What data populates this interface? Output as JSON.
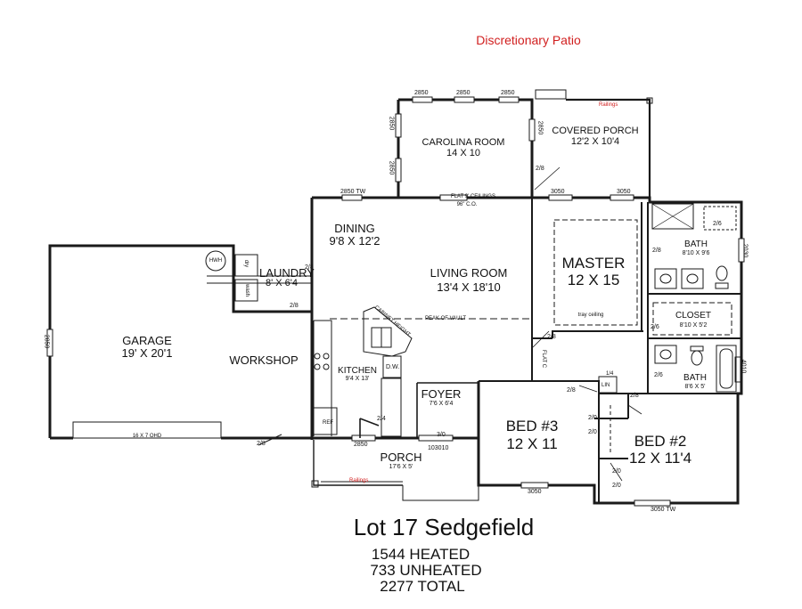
{
  "colors": {
    "ink": "#1a1a1a",
    "accent_red": "#d11f1f",
    "background": "#ffffff"
  },
  "header": {
    "note": "Discretionary Patio"
  },
  "rooms": {
    "carolina": {
      "name": "CAROLINA ROOM",
      "size": "14 X 10"
    },
    "covered_porch": {
      "name": "COVERED PORCH",
      "size": "12'2 X 10'4"
    },
    "dining": {
      "name": "DINING",
      "size": "9'8 X 12'2"
    },
    "laundry": {
      "name": "LAUNDRY",
      "size": "8' X 6'4"
    },
    "living": {
      "name": "LIVING ROOM",
      "size": "13'4 X 18'10"
    },
    "master": {
      "name": "MASTER",
      "size": "12 X 15",
      "note": "tray ceiling"
    },
    "master_bath": {
      "name": "BATH",
      "size": "8'10 X 9'6"
    },
    "closet": {
      "name": "CLOSET",
      "size": "8'10 X 5'2"
    },
    "bath2": {
      "name": "BATH",
      "size": "8'6 X 5'"
    },
    "garage": {
      "name": "GARAGE",
      "size": "19' X 20'1"
    },
    "workshop": {
      "name": "WORKSHOP"
    },
    "kitchen": {
      "name": "KITCHEN",
      "size": "9'4 X 13'"
    },
    "foyer": {
      "name": "FOYER",
      "size": "7'6 X 6'4"
    },
    "bed3": {
      "name": "BED #3",
      "size": "12 X 11"
    },
    "bed2": {
      "name": "BED #2",
      "size": "12 X 11'4"
    },
    "porch": {
      "name": "PORCH",
      "size": "17'6 X 5'"
    }
  },
  "annotations": {
    "railings": "Railings",
    "flat_ceilings": "FLAT 9' CEILINGS",
    "co": "96\" C.O.",
    "peak_of_vault": "PEAK OF VAULT",
    "cabinet_height": "CABINET HEIGHT",
    "flat_c": "FLAT C",
    "garage_door": "16 X 7 OHD",
    "hwh": "HWH",
    "dry": "dry",
    "wash": "wash",
    "dw": "D.W.",
    "ref": "REF",
    "lin": "LIN",
    "w2850": "2850",
    "w2850tw": "2850 TW",
    "w3050": "3050",
    "w3050tw": "3050 TW",
    "w103010": "103010",
    "w2030": "2030",
    "w4010": "4010",
    "d28": "2/8",
    "d26": "2/6",
    "d24": "2/4",
    "d20": "2/0",
    "d30": "3/0",
    "d14": "1/4"
  },
  "footer": {
    "lot": "Lot 17 Sedgefield",
    "heated": "1544 HEATED",
    "unheated": "733 UNHEATED",
    "total": "2277 TOTAL"
  }
}
